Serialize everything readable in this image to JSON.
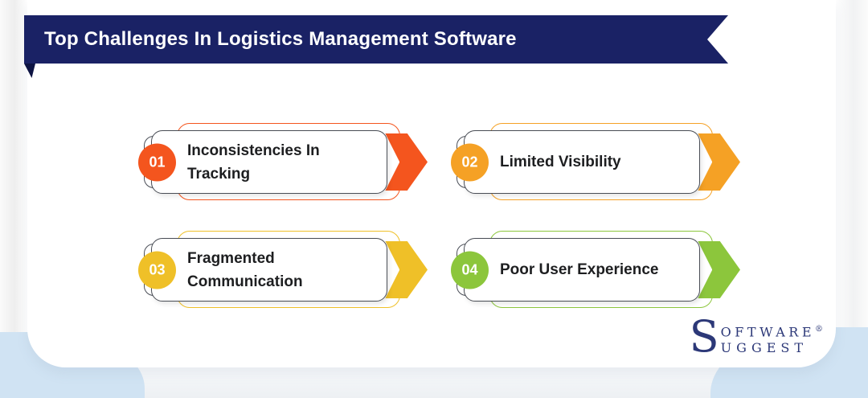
{
  "header": {
    "title": "Top Challenges In Logistics Management Software"
  },
  "cards": [
    {
      "number": "01",
      "label": "Inconsistencies In Tracking",
      "accent": "#F4551E"
    },
    {
      "number": "02",
      "label": "Limited Visibility",
      "accent": "#F5A125"
    },
    {
      "number": "03",
      "label": "Fragmented Communication",
      "accent": "#EFC028"
    },
    {
      "number": "04",
      "label": "Poor User Experience",
      "accent": "#8CC63C"
    }
  ],
  "logo": {
    "initial": "S",
    "top": "OFTWARE",
    "registered": "®",
    "bottom": "UGGEST"
  },
  "colors": {
    "banner": "#1A2265",
    "banner_fold": "#0E1443",
    "wave_blue": "#D0E3F3",
    "card_border": "#494D55",
    "label_text": "#1D1E20"
  }
}
